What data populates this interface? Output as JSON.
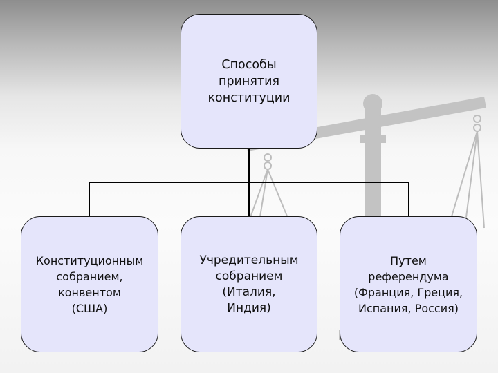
{
  "diagram": {
    "type": "org-chart",
    "root": {
      "label": "Способы\nпринятия\nконституции"
    },
    "children": [
      {
        "label": "Конституционным\nсобранием,\nконвентом\n(США)"
      },
      {
        "label": "Учредительным\nсобранием\n(Италия,\nИндия)"
      },
      {
        "label": "Путем\nреферендума\n(Франция, Греция,\nИспания, Россия)"
      }
    ],
    "node_fill": "#e5e5fb",
    "line_color": "#000000"
  }
}
